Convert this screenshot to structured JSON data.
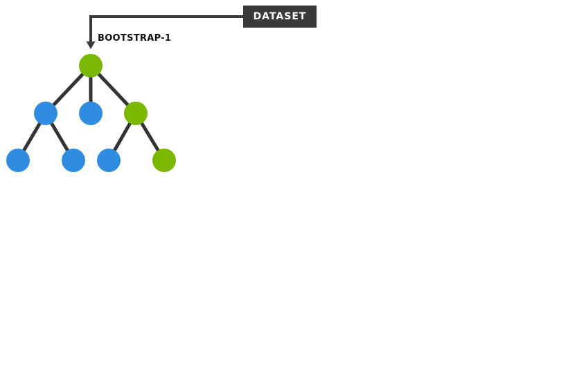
{
  "dataset": {
    "label": "DATASET"
  },
  "tree": {
    "label": "BOOTSTRAP-1",
    "colors": {
      "selected": "#7ab800",
      "unselected": "#2f8ce0",
      "edge": "#333333",
      "arrow": "#3a3a3a",
      "dataset_box": "#3a3a3a"
    },
    "nodes": [
      {
        "id": "root",
        "state": "selected"
      },
      {
        "id": "level1-left",
        "state": "unselected"
      },
      {
        "id": "level1-middle",
        "state": "unselected"
      },
      {
        "id": "level1-right",
        "state": "selected"
      },
      {
        "id": "level2-left-left",
        "state": "unselected"
      },
      {
        "id": "level2-left-right",
        "state": "unselected"
      },
      {
        "id": "level2-right-left",
        "state": "unselected"
      },
      {
        "id": "level2-right-right",
        "state": "selected"
      }
    ],
    "edges": [
      [
        "root",
        "level1-left"
      ],
      [
        "root",
        "level1-middle"
      ],
      [
        "root",
        "level1-right"
      ],
      [
        "level1-left",
        "level2-left-left"
      ],
      [
        "level1-left",
        "level2-left-right"
      ],
      [
        "level1-right",
        "level2-right-left"
      ],
      [
        "level1-right",
        "level2-right-right"
      ]
    ]
  }
}
